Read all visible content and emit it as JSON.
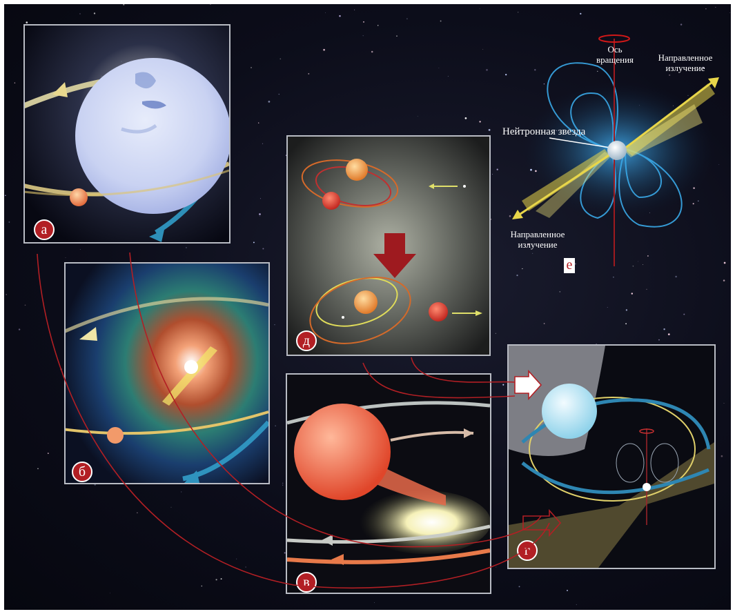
{
  "panels": {
    "a": {
      "label": "а"
    },
    "b": {
      "label": "б"
    },
    "v": {
      "label": "в"
    },
    "g": {
      "label": "г"
    },
    "d": {
      "label": "д"
    },
    "e": {
      "label": "е"
    }
  },
  "pulsar": {
    "rotation_axis_line1": "Ось",
    "rotation_axis_line2": "вращения",
    "beam_top_line1": "Направленное",
    "beam_top_line2": "излучение",
    "neutron_star": "Нейтронная звезда",
    "beam_bottom_line1": "Направленное",
    "beam_bottom_line2": "излучение"
  },
  "colors": {
    "badge": "#b21f24",
    "connector": "#b21f24",
    "panel_border": "#b9bcc4",
    "beam": "#e8d64a",
    "field_lines": "#3aa9e8"
  }
}
